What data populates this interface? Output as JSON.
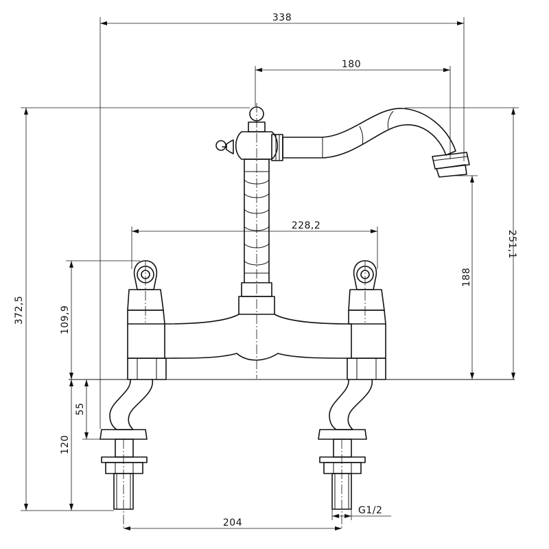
{
  "dimensions": {
    "overall_width": "338",
    "spout_reach": "180",
    "handle_spacing": "228,2",
    "overall_height": "372,5",
    "spout_height": "251,1",
    "spout_outlet_height": "188",
    "body_height": "109,9",
    "leg_offset": "55",
    "shank_length": "120",
    "shank_centers": "204",
    "thread_size": "G1/2"
  }
}
